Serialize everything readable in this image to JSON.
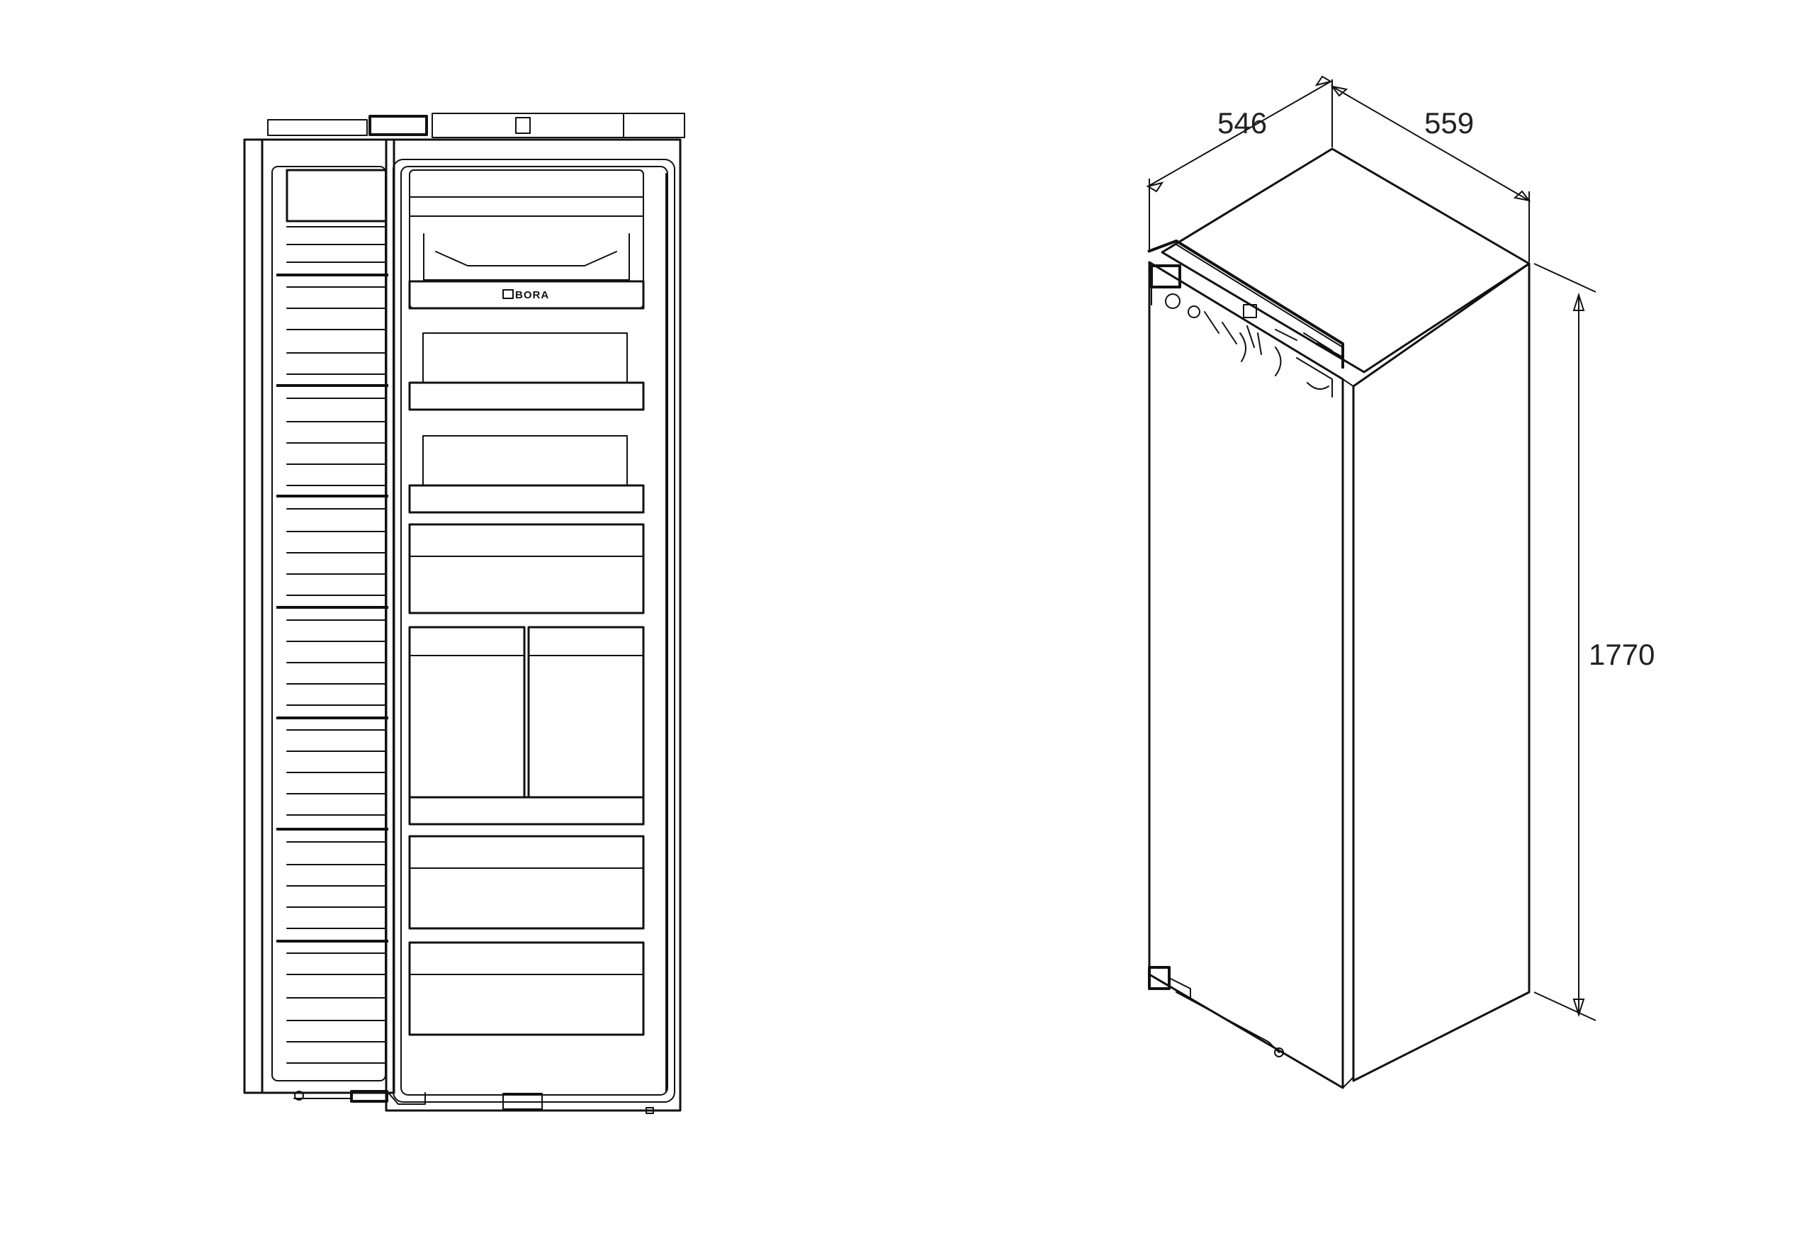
{
  "front_view": {
    "brand_label": "BORA"
  },
  "dimensions": {
    "depth": "546",
    "width": "559",
    "height": "1770"
  }
}
